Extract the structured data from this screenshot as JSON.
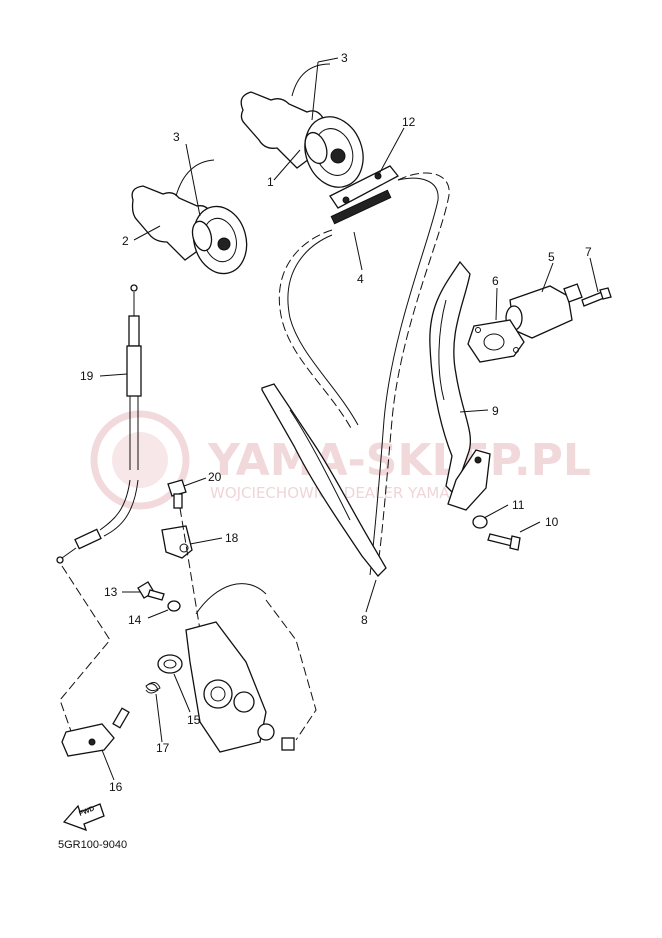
{
  "diagram": {
    "watermark": {
      "brand": "YAMA-SKLEP.PL",
      "tagline": "WOJCIECHOWICZ DEALER YAMAHA"
    },
    "part_labels": [
      {
        "id": "p1",
        "text": "1"
      },
      {
        "id": "p2",
        "text": "2"
      },
      {
        "id": "p3a",
        "text": "3"
      },
      {
        "id": "p3b",
        "text": "3"
      },
      {
        "id": "p4",
        "text": "4"
      },
      {
        "id": "p5",
        "text": "5"
      },
      {
        "id": "p6",
        "text": "6"
      },
      {
        "id": "p7",
        "text": "7"
      },
      {
        "id": "p8",
        "text": "8"
      },
      {
        "id": "p9",
        "text": "9"
      },
      {
        "id": "p10",
        "text": "10"
      },
      {
        "id": "p11",
        "text": "11"
      },
      {
        "id": "p12",
        "text": "12"
      },
      {
        "id": "p13",
        "text": "13"
      },
      {
        "id": "p14",
        "text": "14"
      },
      {
        "id": "p15",
        "text": "15"
      },
      {
        "id": "p16",
        "text": "16"
      },
      {
        "id": "p17",
        "text": "17"
      },
      {
        "id": "p18",
        "text": "18"
      },
      {
        "id": "p19",
        "text": "19"
      },
      {
        "id": "p20",
        "text": "20"
      }
    ],
    "direction_arrow": "FWD",
    "diagram_code": "5GR100-9040",
    "colors": {
      "line": "#111111",
      "watermark": "#e7b9bf"
    }
  }
}
